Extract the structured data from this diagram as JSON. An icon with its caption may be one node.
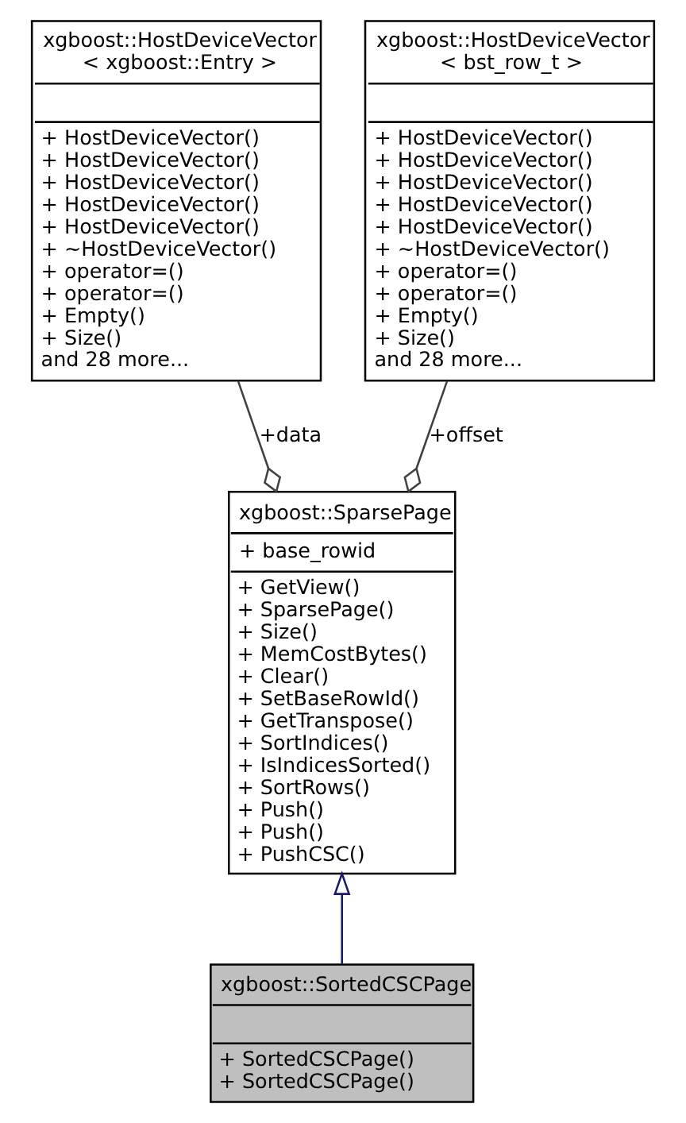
{
  "diagram": {
    "nodes": [
      {
        "text": [
          "xgboost::HostDeviceVector",
          "< xgboost::Entry >",
          "+ HostDeviceVector()",
          "+ HostDeviceVector()",
          "+ HostDeviceVector()",
          "+ HostDeviceVector()",
          "+ HostDeviceVector()",
          "+ ~HostDeviceVector()",
          "+ operator=()",
          "+ operator=()",
          "+ Empty()",
          "+ Size()",
          "and 28 more..."
        ]
      },
      {
        "text": [
          "xgboost::HostDeviceVector",
          "< bst_row_t >",
          "+ HostDeviceVector()",
          "+ HostDeviceVector()",
          "+ HostDeviceVector()",
          "+ HostDeviceVector()",
          "+ HostDeviceVector()",
          "+ ~HostDeviceVector()",
          "+ operator=()",
          "+ operator=()",
          "+ Empty()",
          "+ Size()",
          "and 28 more..."
        ]
      },
      {
        "text": [
          "xgboost::SparsePage",
          "+ base_rowid",
          "+ GetView()",
          "+ SparsePage()",
          "+ Size()",
          "+ MemCostBytes()",
          "+ Clear()",
          "+ SetBaseRowId()",
          "+ GetTranspose()",
          "+ SortIndices()",
          "+ IsIndicesSorted()",
          "+ SortRows()",
          "+ Push()",
          "+ Push()",
          "+ PushCSC()"
        ]
      },
      {
        "text": [
          "xgboost::SortedCSCPage",
          "+ SortedCSCPage()",
          "+ SortedCSCPage()"
        ]
      }
    ],
    "edges": [
      {
        "from": 0,
        "to": 2,
        "arrow": "other",
        "label": "+data"
      },
      {
        "from": 1,
        "to": 2,
        "arrow": "other",
        "label": "+offset"
      },
      {
        "from": 3,
        "to": 2,
        "arrow": "to",
        "color": "#191970"
      }
    ]
  }
}
